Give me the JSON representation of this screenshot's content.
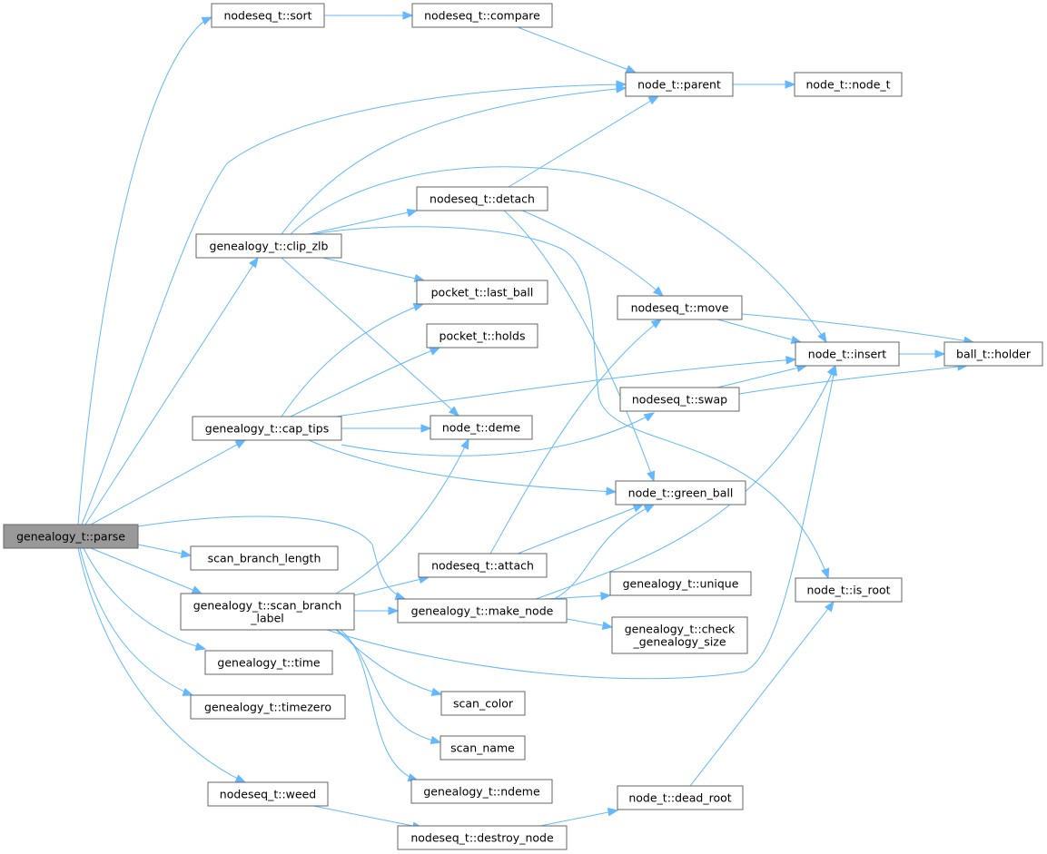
{
  "colors": {
    "edge": "#63b8ff",
    "node_border": "#666666",
    "root_fill": "#999999",
    "node_fill": "#ffffff"
  },
  "nodes": {
    "parse": [
      "genealogy_t::parse"
    ],
    "sort": [
      "nodeseq_t::sort"
    ],
    "compare": [
      "nodeseq_t::compare"
    ],
    "parent": [
      "node_t::parent"
    ],
    "node_t_ctor": [
      "node_t::node_t"
    ],
    "detach": [
      "nodeseq_t::detach"
    ],
    "clip_zlb": [
      "genealogy_t::clip_zlb"
    ],
    "last_ball": [
      "pocket_t::last_ball"
    ],
    "move": [
      "nodeseq_t::move"
    ],
    "holds": [
      "pocket_t::holds"
    ],
    "insert": [
      "node_t::insert"
    ],
    "holder": [
      "ball_t::holder"
    ],
    "swap": [
      "nodeseq_t::swap"
    ],
    "cap_tips": [
      "genealogy_t::cap_tips"
    ],
    "deme": [
      "node_t::deme"
    ],
    "green_ball": [
      "node_t::green_ball"
    ],
    "scan_branch_length": [
      "scan_branch_length"
    ],
    "attach": [
      "nodeseq_t::attach"
    ],
    "unique": [
      "genealogy_t::unique"
    ],
    "is_root": [
      "node_t::is_root"
    ],
    "scan_branch_label": [
      "genealogy_t::scan_branch",
      "_label"
    ],
    "make_node": [
      "genealogy_t::make_node"
    ],
    "check_size": [
      "genealogy_t::check",
      "_genealogy_size"
    ],
    "time": [
      "genealogy_t::time"
    ],
    "scan_color": [
      "scan_color"
    ],
    "timezero": [
      "genealogy_t::timezero"
    ],
    "scan_name": [
      "scan_name"
    ],
    "ndeme": [
      "genealogy_t::ndeme"
    ],
    "weed": [
      "nodeseq_t::weed"
    ],
    "dead_root": [
      "node_t::dead_root"
    ],
    "destroy_node": [
      "nodeseq_t::destroy_node"
    ]
  }
}
